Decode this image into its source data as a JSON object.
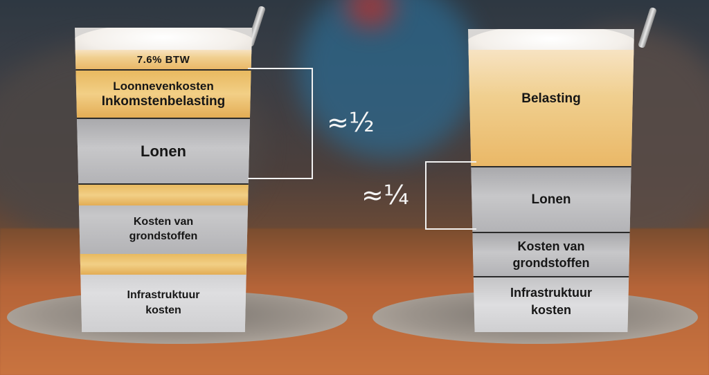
{
  "left_glass": {
    "vat": "7.6% BTW",
    "payroll_tax": "Loonnevenkosten",
    "income_tax": "Inkomstenbelasting",
    "wages": "Lonen",
    "raw_materials_line1": "Kosten van",
    "raw_materials_line2": "grondstoffen",
    "infrastructure_line1": "Infrastruktuur",
    "infrastructure_line2": "kosten"
  },
  "left_annotation": "≈½",
  "right_glass": {
    "tax": "Belasting",
    "wages": "Lonen",
    "raw_materials_line1": "Kosten van",
    "raw_materials_line2": "grondstoffen",
    "infrastructure_line1": "Infrastruktuur",
    "infrastructure_line2": "kosten"
  },
  "right_annotation": "≈¼"
}
